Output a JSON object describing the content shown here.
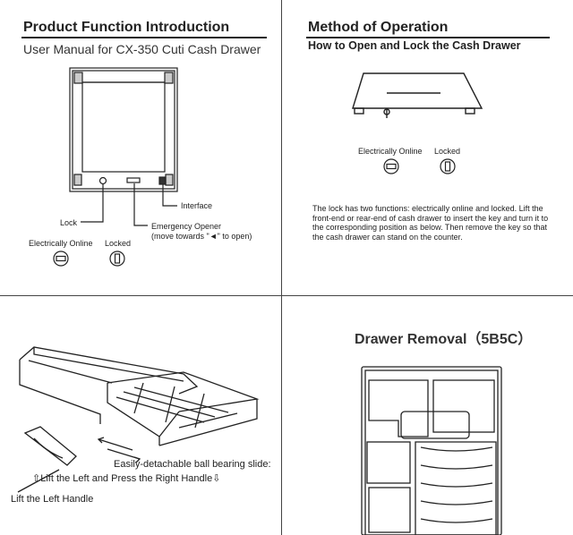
{
  "top_left": {
    "heading": "Product Function Introduction",
    "subtitle": "User Manual for CX-350 Cuti Cash Drawer",
    "labels": {
      "interface": "Interface",
      "lock": "Lock",
      "emergency_opener": "Emergency Opener",
      "emergency_direction": "(move towards \"◄\" to open)",
      "electrically_online": "Electrically Online",
      "locked": "Locked"
    }
  },
  "top_right": {
    "heading": "Method of Operation",
    "subheading": "How to Open and Lock the Cash Drawer",
    "labels": {
      "electrically_online": "Electrically Online",
      "locked": "Locked"
    },
    "paragraph": "The lock has two functions: electrically online and locked. Lift the front-end or rear-end of cash drawer to insert the key and turn it to the corresponding position as below. Then remove the key so that the cash drawer can stand on the counter."
  },
  "bottom_left": {
    "slide_caption": "Easily-detachable ball bearing slide:",
    "instruction": "Lift the Left and Press the Right Handle",
    "handle_label": "Lift the Left Handle"
  },
  "bottom_right": {
    "title": "Drawer Removal（5B5C）"
  }
}
